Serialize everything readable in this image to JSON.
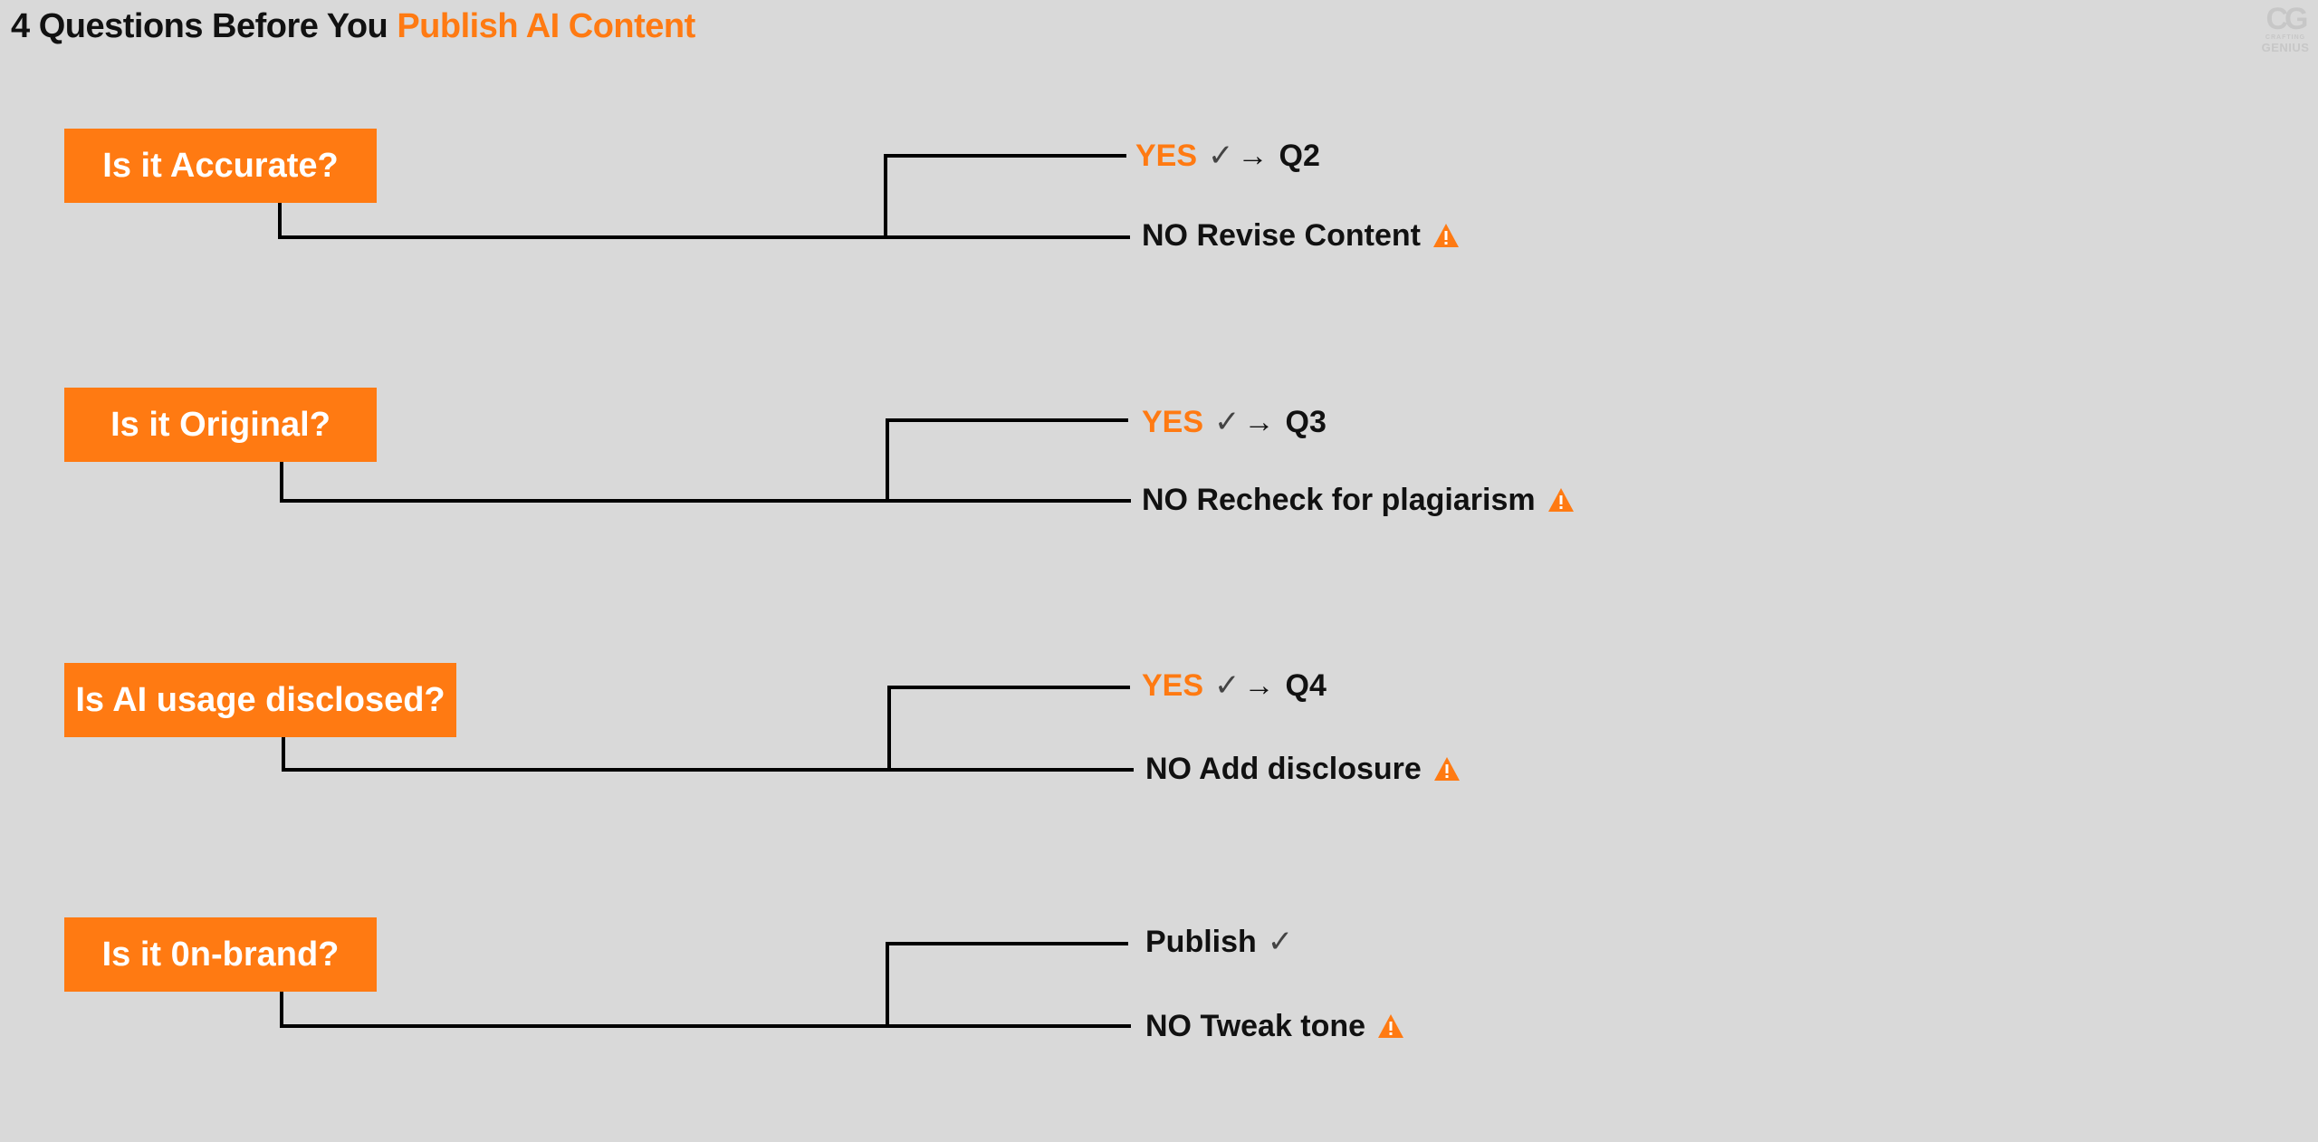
{
  "title": {
    "prefix": "4 Questions Before You",
    "accent": "Publish AI Content"
  },
  "logo": {
    "small": "CRAFTING",
    "word": "GENIUS"
  },
  "colors": {
    "accent": "#ff7a12",
    "background": "#d9d9d9",
    "text": "#111111"
  },
  "questions": [
    {
      "label": "Is it Accurate?",
      "yes_word": "YES",
      "yes_check": "✓",
      "yes_arrow": "→",
      "yes_target": "Q2",
      "no_text": "NO Revise Content"
    },
    {
      "label": "Is it Original?",
      "yes_word": "YES",
      "yes_check": "✓",
      "yes_arrow": "→",
      "yes_target": "Q3",
      "no_text": "NO Recheck for plagiarism"
    },
    {
      "label": "Is AI usage disclosed?",
      "yes_word": "YES",
      "yes_check": "✓",
      "yes_arrow": "→",
      "yes_target": "Q4",
      "no_text": "NO Add disclosure"
    },
    {
      "label": "Is it 0n-brand?",
      "final_text": "Publish",
      "final_check": "✓",
      "no_text": "NO Tweak tone"
    }
  ],
  "icons": {
    "warning": "warning-triangle-icon",
    "check": "check-icon",
    "arrow": "arrow-right-icon"
  }
}
